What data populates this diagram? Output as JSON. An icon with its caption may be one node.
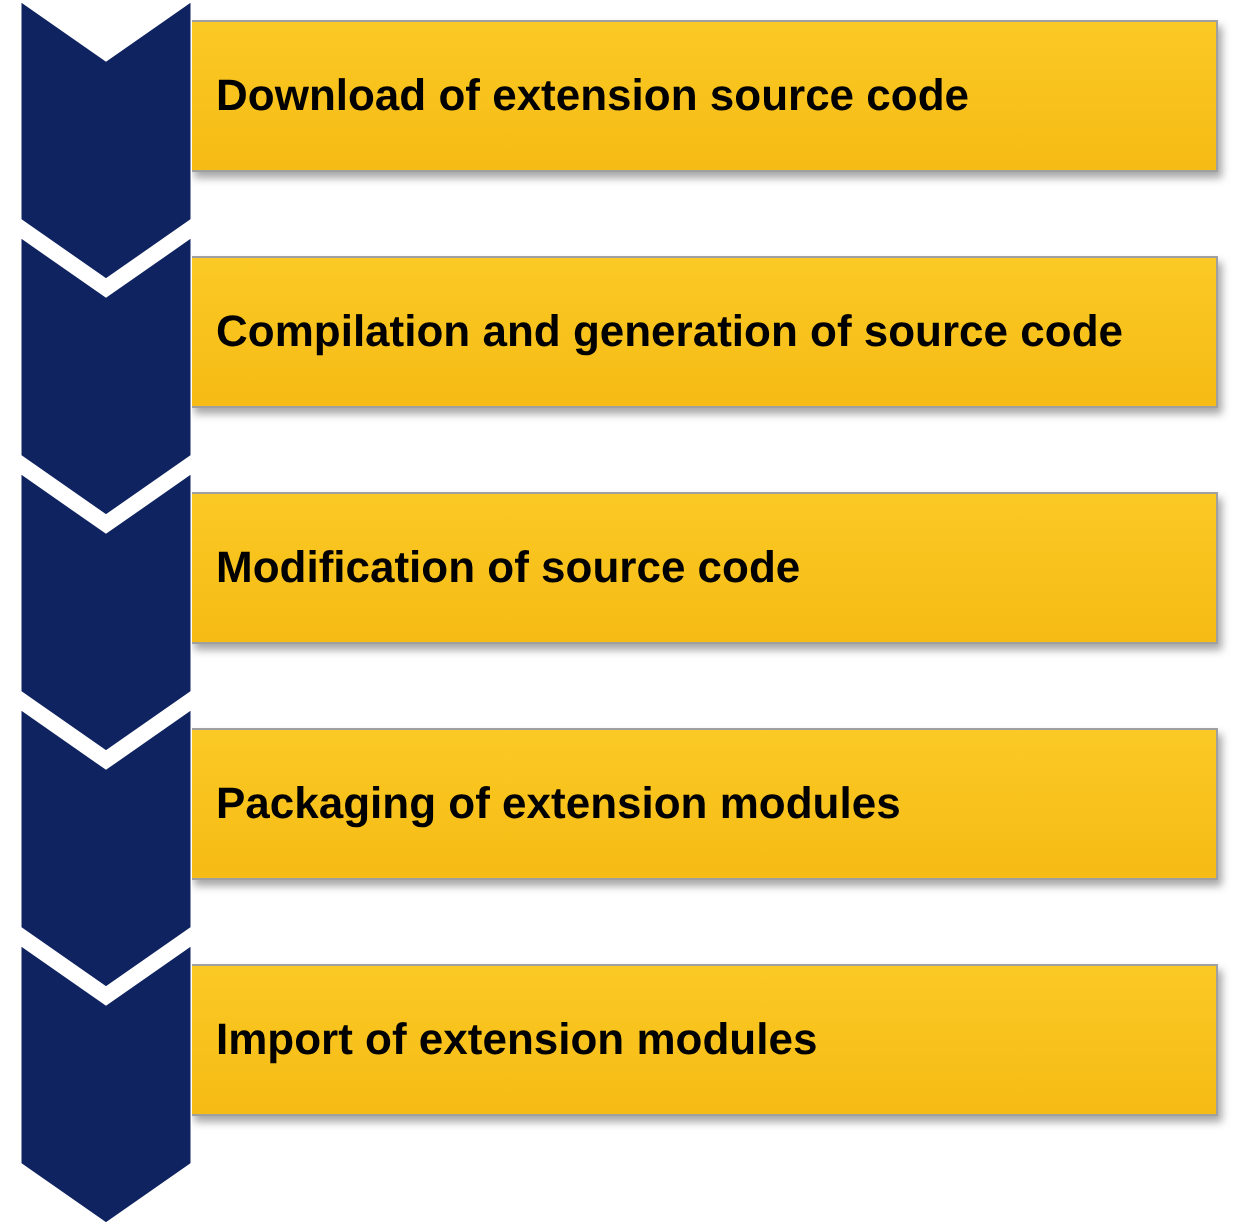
{
  "diagram": {
    "nodes": [
      {
        "text": [
          "Download of extension source code"
        ]
      },
      {
        "text": [
          "Compilation and generation of source code"
        ]
      },
      {
        "text": [
          "Modification of source code"
        ]
      },
      {
        "text": [
          "Packaging of extension modules"
        ]
      },
      {
        "text": [
          "Import of extension modules"
        ]
      },
      {
        "text": [],
        "shape": "chevron"
      },
      {
        "text": [],
        "shape": "chevron"
      },
      {
        "text": [],
        "shape": "chevron"
      },
      {
        "text": [],
        "shape": "chevron"
      },
      {
        "text": [],
        "shape": "chevron"
      }
    ]
  }
}
